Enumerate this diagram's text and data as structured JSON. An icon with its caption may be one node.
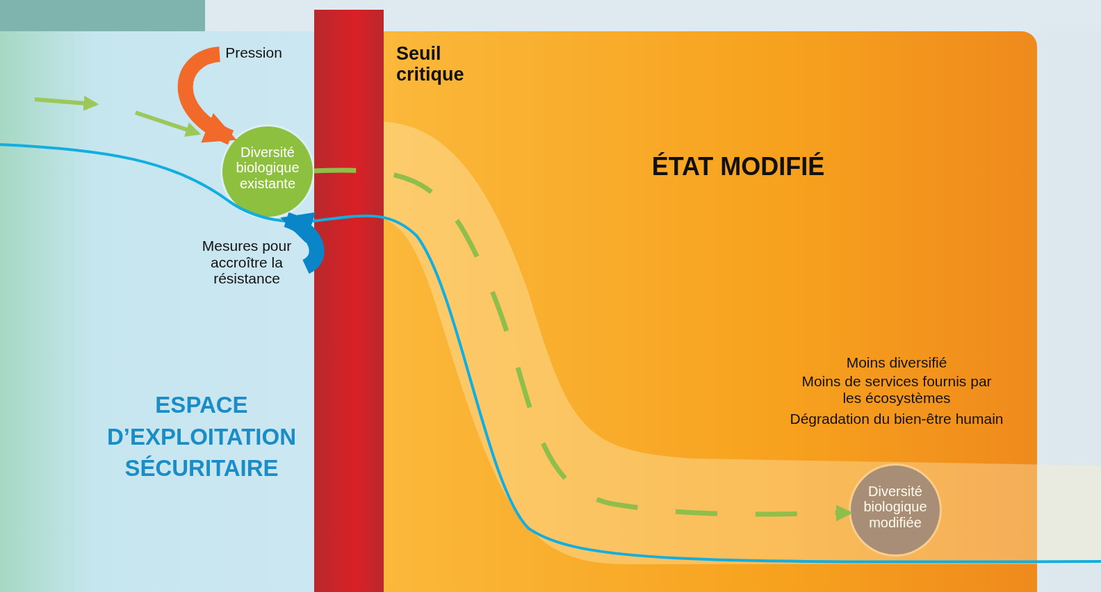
{
  "diagram": {
    "nodes": [
      {
        "text": [
          "ESPACE D’EXPLOITATION SÉCURITAIRE"
        ]
      },
      {
        "text": [
          "ÉTAT MODIFIÉ",
          "Moins diversifié",
          "Moins de services fournis par les écosystèmes",
          "Dégradation du bien-être humain"
        ]
      },
      {
        "text": [
          "Diversité biologique existante"
        ],
        "in": 0
      },
      {
        "text": [
          "Pression"
        ],
        "in": 0
      },
      {
        "text": [
          "Mesures pour accroître la résistance"
        ],
        "in": 0
      },
      {
        "text": [
          "Diversité biologique modifiée"
        ],
        "in": 1
      }
    ],
    "edges": [
      {
        "from": 3,
        "to": 2,
        "arrow": "to",
        "color": "#f26a2a"
      },
      {
        "from": 4,
        "to": 2,
        "arrow": "to",
        "color": "#0a86c8"
      },
      {
        "from": 2,
        "to": 5,
        "arrow": "to",
        "style": "dashed",
        "color": "#8fbf4a"
      }
    ],
    "labels": [
      "Seuil critique"
    ]
  }
}
